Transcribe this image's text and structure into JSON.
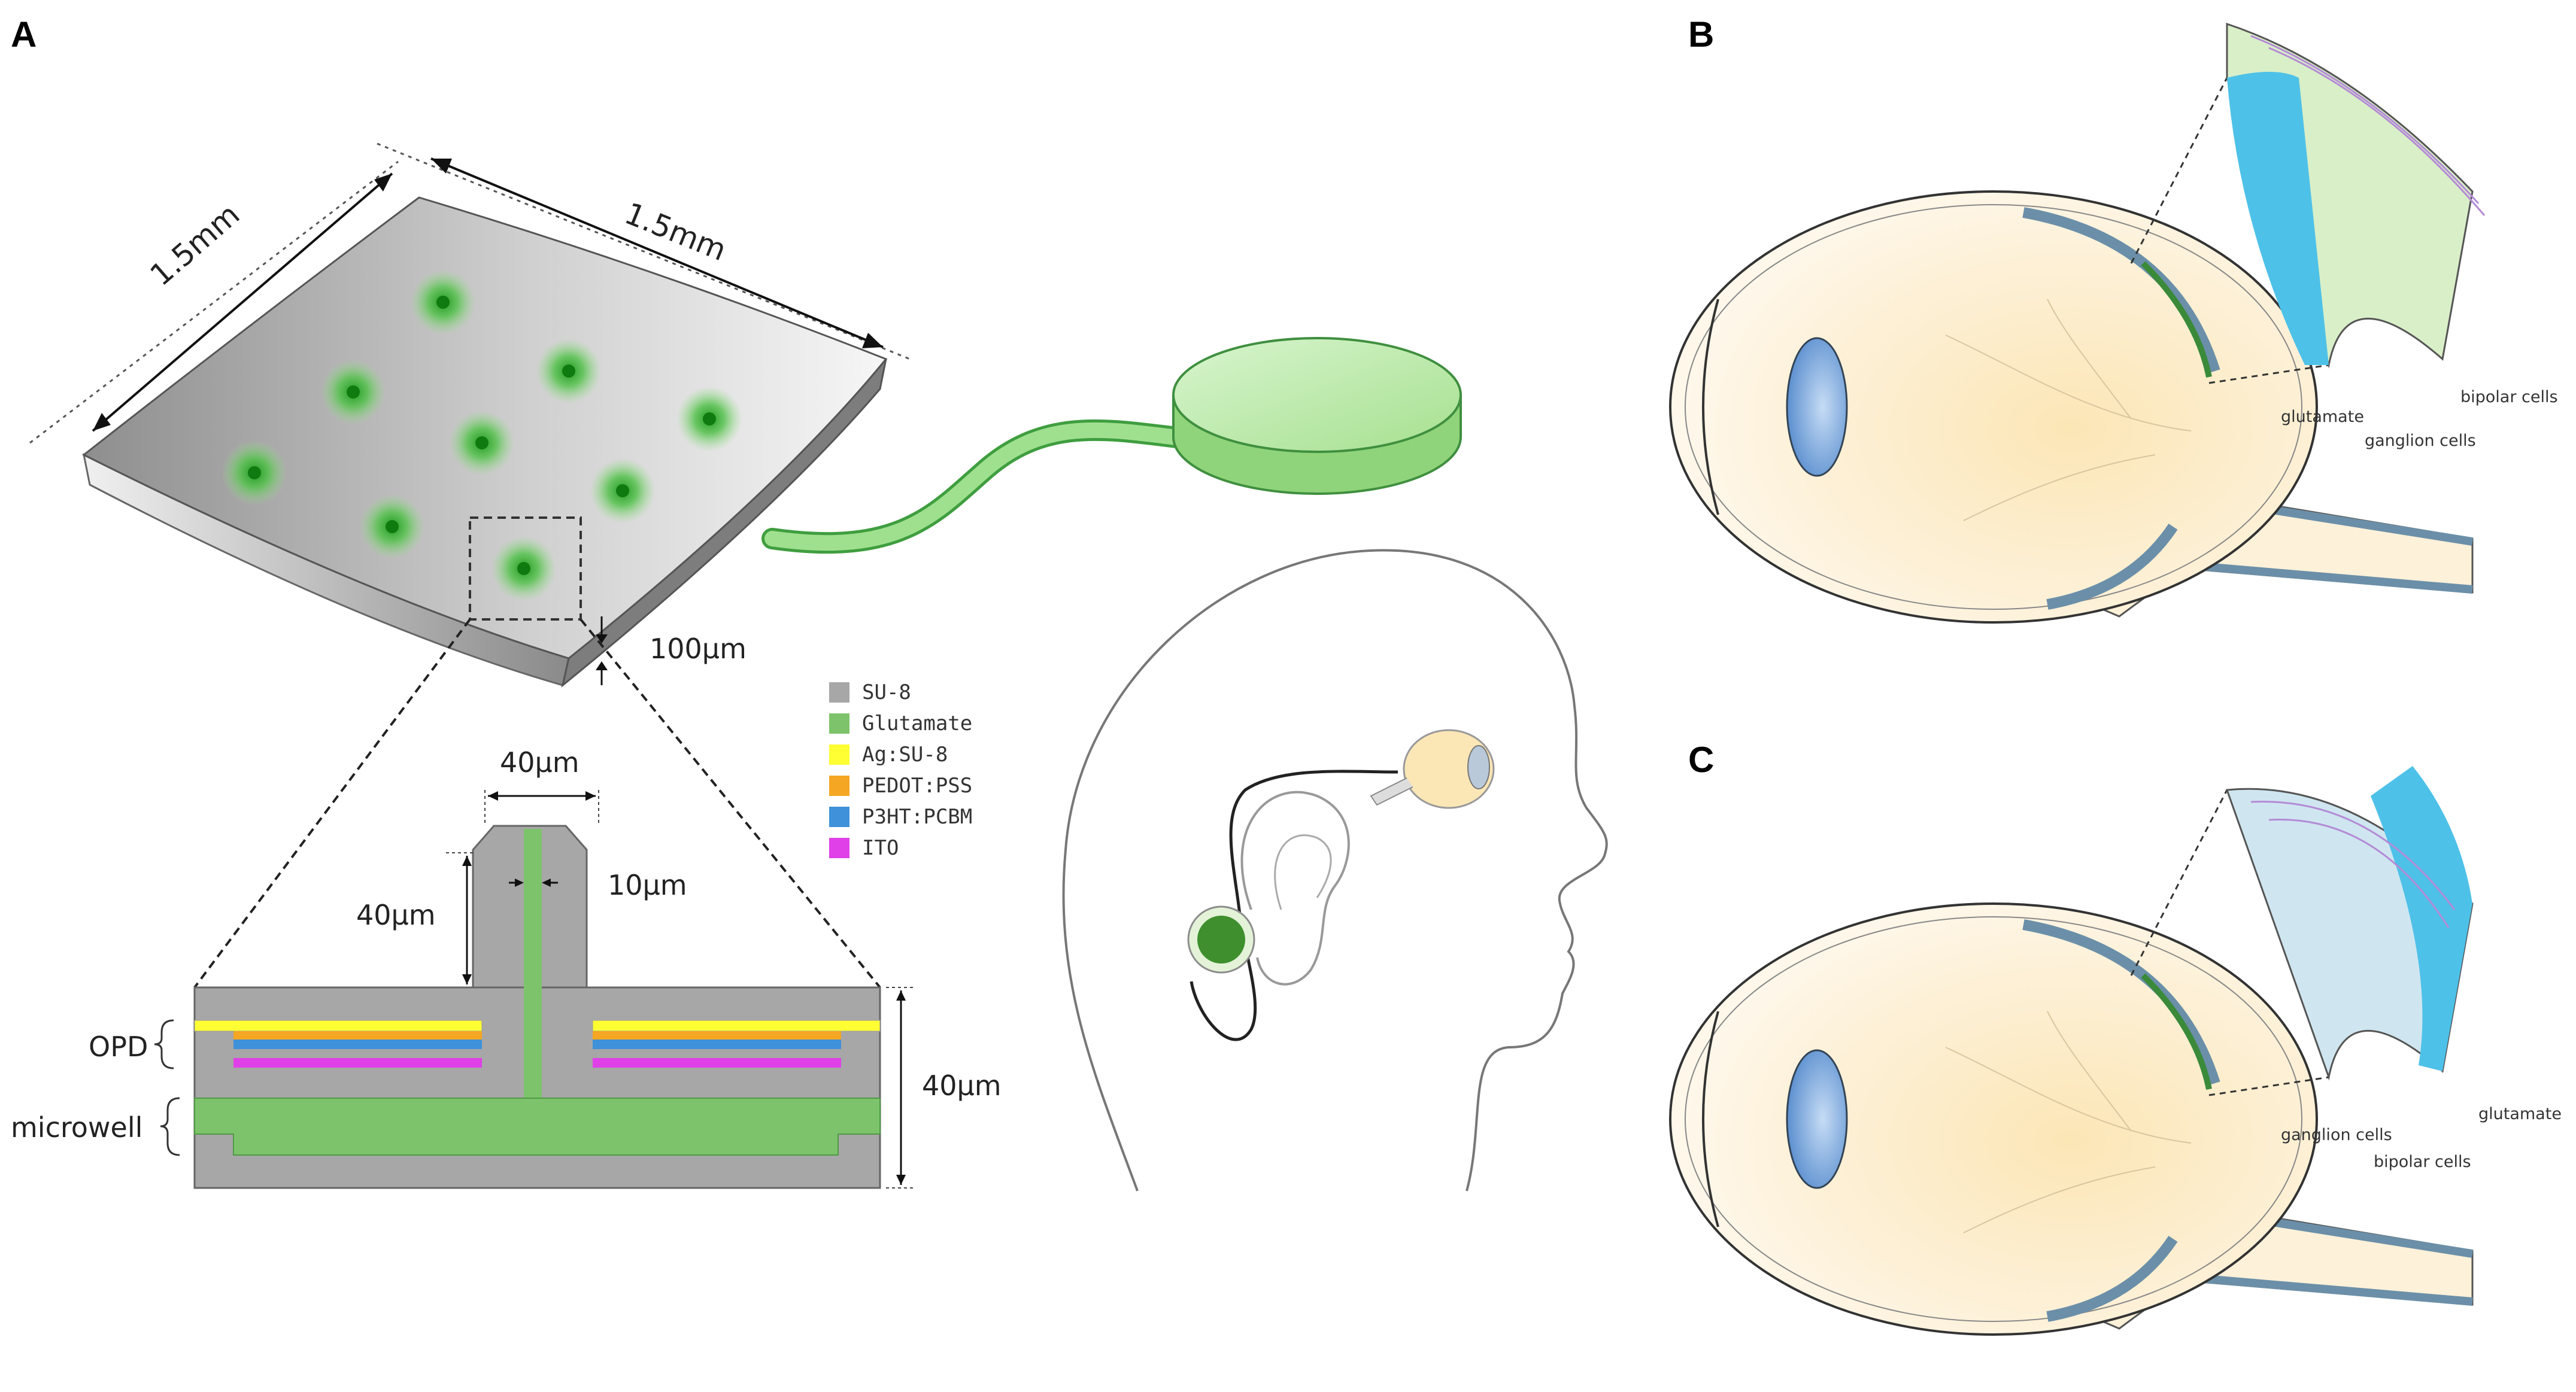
{
  "panels": {
    "a": "A",
    "b": "B",
    "c": "C"
  },
  "device": {
    "width_label": "1.5mm",
    "length_label": "1.5mm",
    "thickness_label": "100μm"
  },
  "cross_section": {
    "top_width": "40μm",
    "pillar_height": "40μm",
    "channel_width": "10μm",
    "total_height": "40μm",
    "opd_label": "OPD",
    "microwell_label": "microwell"
  },
  "legend": [
    {
      "label": "SU-8",
      "color": "#a7a7a7"
    },
    {
      "label": "Glutamate",
      "color": "#7dc36b"
    },
    {
      "label": "Ag:SU-8",
      "color": "#ffff33"
    },
    {
      "label": "PEDOT:PSS",
      "color": "#f5a623"
    },
    {
      "label": "P3HT:PCBM",
      "color": "#3f91d9"
    },
    {
      "label": "ITO",
      "color": "#e040e8"
    }
  ],
  "panel_b": {
    "glutamate": "glutamate",
    "ganglion": "ganglion cells",
    "bipolar": "bipolar cells"
  },
  "panel_c": {
    "ganglion": "ganglion cells",
    "bipolar": "bipolar cells",
    "glutamate": "glutamate"
  }
}
